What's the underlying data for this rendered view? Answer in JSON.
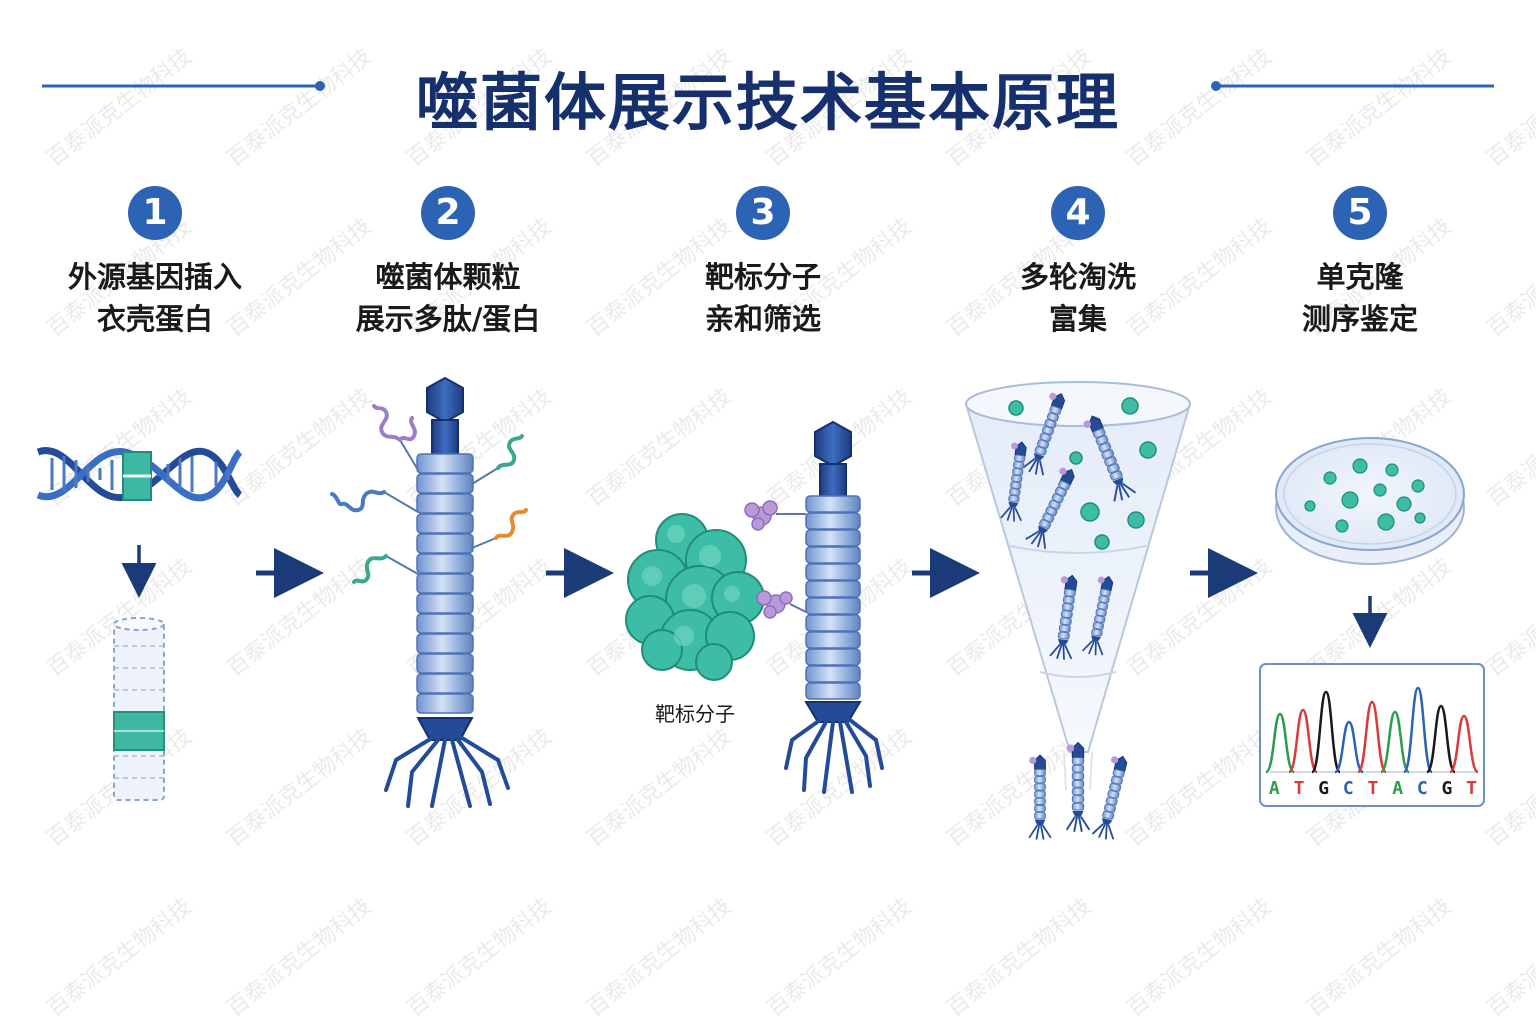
{
  "title": "噬菌体展示技术基本原理",
  "steps": [
    {
      "number": "1",
      "line1": "外源基因插入",
      "line2": "衣壳蛋白"
    },
    {
      "number": "2",
      "line1": "噬菌体颗粒",
      "line2": "展示多肽/蛋白"
    },
    {
      "number": "3",
      "line1": "靶标分子",
      "line2": "亲和筛选"
    },
    {
      "number": "4",
      "line1": "多轮淘洗",
      "line2": "富集"
    },
    {
      "number": "5",
      "line1": "单克隆",
      "line2": "测序鉴定"
    }
  ],
  "target_label": "靶标分子",
  "sequence": [
    "A",
    "T",
    "G",
    "C",
    "T",
    "A",
    "C",
    "G",
    "T"
  ],
  "watermark": "百泰派克生物科技",
  "colors": {
    "title": "#16306e",
    "step_circle": "#2c63b5",
    "phage_body": "#9ab7e3",
    "phage_head": "#244b97",
    "insert": "#3fb8a3",
    "target": "#3dbda6",
    "arrow": "#1b3a78",
    "base_A": "#2a9d4b",
    "base_T": "#d93b3b",
    "base_G": "#1a1a1a",
    "base_C": "#2c63b5"
  }
}
